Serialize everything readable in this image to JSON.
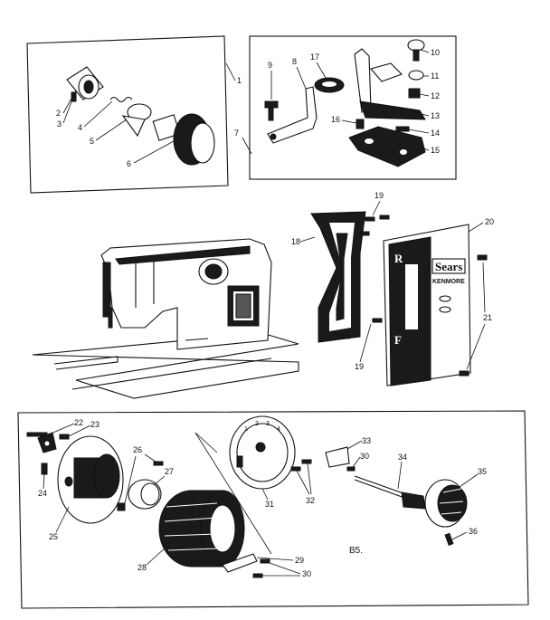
{
  "callouts": {
    "c1": "1",
    "c2": "2",
    "c3": "3",
    "c4": "4",
    "c5": "5",
    "c6": "6",
    "c7": "7",
    "c8": "8",
    "c9": "9",
    "c10": "10",
    "c11": "11",
    "c12": "12",
    "c13": "13",
    "c14": "14",
    "c15": "15",
    "c16": "16",
    "c17": "17",
    "c18": "18",
    "c19a": "19",
    "c19b": "19",
    "c20": "20",
    "c21": "21",
    "c22": "22",
    "c23": "23",
    "c24": "24",
    "c25": "25",
    "c26": "26",
    "c27": "27",
    "c28": "28",
    "c29": "29",
    "c30a": "30",
    "c30b": "30",
    "c31": "31",
    "c32": "32",
    "c33": "33",
    "c34": "34",
    "c35": "35",
    "c36": "36"
  },
  "faceplate": {
    "letter_r": "R",
    "letter_f": "F",
    "brand": "Sears",
    "model": "KENMORE"
  },
  "dial_numbers": [
    "1",
    "2",
    "3",
    "4"
  ],
  "footer_code": "B5."
}
